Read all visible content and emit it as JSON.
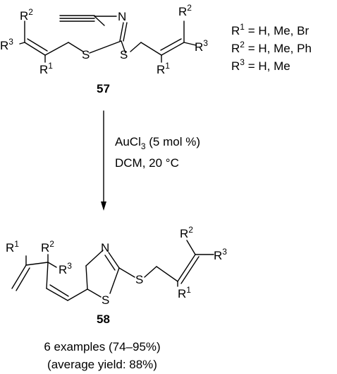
{
  "starting_material": {
    "compound_number": "57",
    "atoms": {
      "N": "N",
      "S_left": "S",
      "S_right": "S"
    },
    "substituents": {
      "r1": "R",
      "r1_sup": "1",
      "r2": "R",
      "r2_sup": "2",
      "r3": "R",
      "r3_sup": "3"
    },
    "legend": [
      {
        "r": "R",
        "sup": "1",
        "values": " = H, Me, Br"
      },
      {
        "r": "R",
        "sup": "2",
        "values": " = H, Me, Ph"
      },
      {
        "r": "R",
        "sup": "3",
        "values": " = H, Me"
      }
    ]
  },
  "conditions": {
    "catalyst_main": "AuCl",
    "catalyst_sub": "3",
    "catalyst_loading": " (5 mol %)",
    "solvent_temp": "DCM, 20 °C"
  },
  "product": {
    "compound_number": "58",
    "atoms": {
      "N": "N",
      "S_ring": "S",
      "S_chain": "S"
    },
    "examples": "6 examples (74–95%)",
    "average_yield": "(average yield: 88%)"
  }
}
